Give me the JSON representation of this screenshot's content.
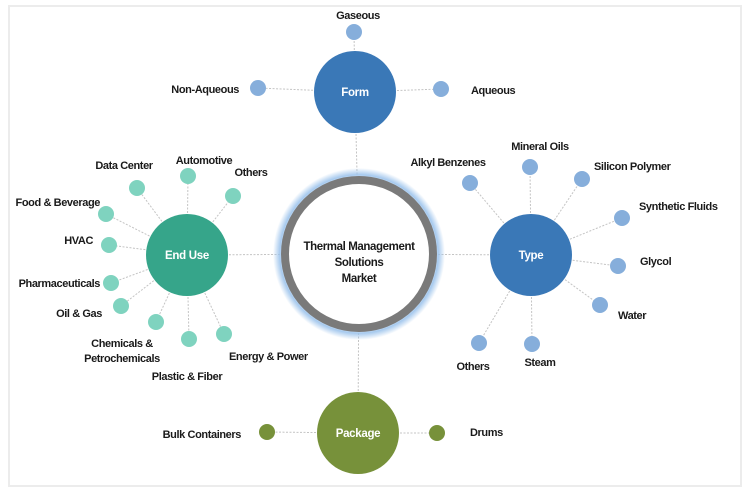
{
  "center": {
    "lines": [
      "Thermal Management",
      "Solutions",
      "Market"
    ],
    "ring_color": "#7a7a7a",
    "glow_color": "#9cc3ec"
  },
  "hubs": [
    {
      "id": "form",
      "label": "Form",
      "color": "#3a78b7",
      "dot_color": "#86aedb",
      "items": [
        "Gaseous",
        "Non-Aqueous",
        "Aqueous"
      ]
    },
    {
      "id": "end-use",
      "label": "End Use",
      "color": "#36a58a",
      "dot_color": "#7fd3bf",
      "items": [
        "Data Center",
        "Automotive",
        "Others",
        "Food & Beverage",
        "HVAC",
        "Pharmaceuticals",
        "Oil & Gas",
        "Chemicals & Petrochemicals",
        "Plastic & Fiber",
        "Energy & Power"
      ]
    },
    {
      "id": "type",
      "label": "Type",
      "color": "#3a78b7",
      "dot_color": "#86aedb",
      "items": [
        "Alkyl Benzenes",
        "Mineral Oils",
        "Silicon Polymer",
        "Synthetic Fluids",
        "Glycol",
        "Water",
        "Steam",
        "Others"
      ]
    },
    {
      "id": "package",
      "label": "Package",
      "color": "#77913a",
      "dot_color": "#77913a",
      "items": [
        "Bulk Containers",
        "Drums"
      ]
    }
  ]
}
